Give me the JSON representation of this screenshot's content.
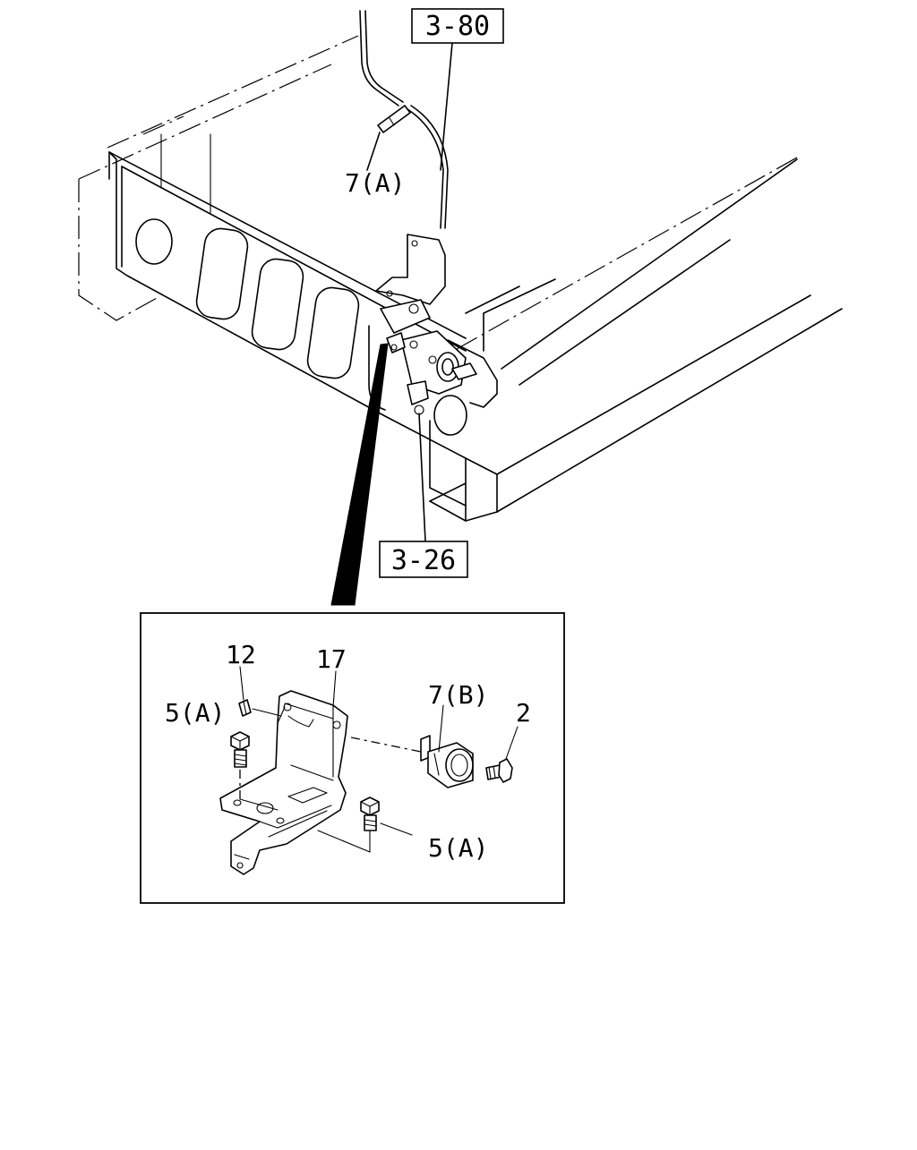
{
  "callouts": {
    "ref_3_80": "3-80",
    "ref_3_26": "3-26",
    "part_7a_top": "7(A)",
    "part_12": "12",
    "part_17": "17",
    "part_5a_left": "5(A)",
    "part_7b": "7(B)",
    "part_2": "2",
    "part_5a_right": "5(A)"
  }
}
